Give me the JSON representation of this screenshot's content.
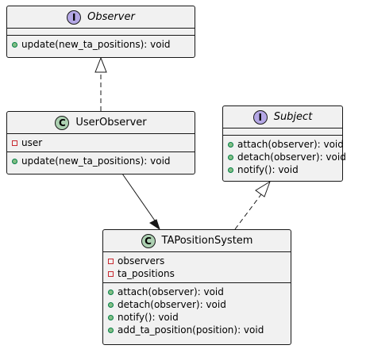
{
  "diagram": {
    "colors": {
      "class_fill": "#f1f1f1",
      "border": "#181818",
      "interface_badge": "#b4a7e5",
      "class_badge": "#add1b2",
      "public_marker": "#84be84",
      "private_marker": "#c82930"
    },
    "observer": {
      "badge": "I",
      "name": "Observer",
      "methods": [
        "update(new_ta_positions): void"
      ]
    },
    "user_observer": {
      "badge": "C",
      "name": "UserObserver",
      "fields": [
        "user"
      ],
      "methods": [
        "update(new_ta_positions): void"
      ]
    },
    "subject": {
      "badge": "I",
      "name": "Subject",
      "methods": [
        "attach(observer): void",
        "detach(observer): void",
        "notify(): void"
      ]
    },
    "ta_position_system": {
      "badge": "C",
      "name": "TAPositionSystem",
      "fields": [
        "observers",
        "ta_positions"
      ],
      "methods": [
        "attach(observer): void",
        "detach(observer): void",
        "notify(): void",
        "add_ta_position(position): void"
      ]
    }
  }
}
